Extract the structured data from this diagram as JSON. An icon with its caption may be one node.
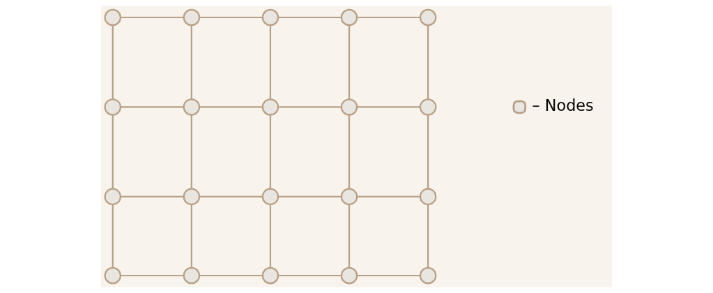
{
  "diagram": {
    "nodes": [
      {
        "text": [],
        "shape": "circle"
      },
      {
        "text": [],
        "shape": "circle"
      },
      {
        "text": [],
        "shape": "circle"
      },
      {
        "text": [],
        "shape": "circle"
      },
      {
        "text": [],
        "shape": "circle"
      },
      {
        "text": [],
        "shape": "circle"
      },
      {
        "text": [],
        "shape": "circle"
      },
      {
        "text": [],
        "shape": "circle"
      },
      {
        "text": [],
        "shape": "circle"
      },
      {
        "text": [],
        "shape": "circle"
      },
      {
        "text": [],
        "shape": "circle"
      },
      {
        "text": [],
        "shape": "circle"
      },
      {
        "text": [],
        "shape": "circle"
      },
      {
        "text": [],
        "shape": "circle"
      },
      {
        "text": [],
        "shape": "circle"
      },
      {
        "text": [],
        "shape": "circle"
      },
      {
        "text": [],
        "shape": "circle"
      },
      {
        "text": [],
        "shape": "circle"
      },
      {
        "text": [],
        "shape": "circle"
      },
      {
        "text": [],
        "shape": "circle"
      }
    ],
    "edges": [
      {
        "from": 0,
        "to": 1,
        "arrow": "none"
      },
      {
        "from": 1,
        "to": 2,
        "arrow": "none"
      },
      {
        "from": 2,
        "to": 3,
        "arrow": "none"
      },
      {
        "from": 3,
        "to": 4,
        "arrow": "none"
      },
      {
        "from": 5,
        "to": 6,
        "arrow": "none"
      },
      {
        "from": 6,
        "to": 7,
        "arrow": "none"
      },
      {
        "from": 7,
        "to": 8,
        "arrow": "none"
      },
      {
        "from": 8,
        "to": 9,
        "arrow": "none"
      },
      {
        "from": 10,
        "to": 11,
        "arrow": "none"
      },
      {
        "from": 11,
        "to": 12,
        "arrow": "none"
      },
      {
        "from": 12,
        "to": 13,
        "arrow": "none"
      },
      {
        "from": 13,
        "to": 14,
        "arrow": "none"
      },
      {
        "from": 15,
        "to": 16,
        "arrow": "none"
      },
      {
        "from": 16,
        "to": 17,
        "arrow": "none"
      },
      {
        "from": 17,
        "to": 18,
        "arrow": "none"
      },
      {
        "from": 18,
        "to": 19,
        "arrow": "none"
      },
      {
        "from": 0,
        "to": 5,
        "arrow": "none"
      },
      {
        "from": 5,
        "to": 10,
        "arrow": "none"
      },
      {
        "from": 10,
        "to": 15,
        "arrow": "none"
      },
      {
        "from": 1,
        "to": 6,
        "arrow": "none"
      },
      {
        "from": 6,
        "to": 11,
        "arrow": "none"
      },
      {
        "from": 11,
        "to": 16,
        "arrow": "none"
      },
      {
        "from": 2,
        "to": 7,
        "arrow": "none"
      },
      {
        "from": 7,
        "to": 12,
        "arrow": "none"
      },
      {
        "from": 12,
        "to": 17,
        "arrow": "none"
      },
      {
        "from": 3,
        "to": 8,
        "arrow": "none"
      },
      {
        "from": 8,
        "to": 13,
        "arrow": "none"
      },
      {
        "from": 13,
        "to": 18,
        "arrow": "none"
      },
      {
        "from": 4,
        "to": 9,
        "arrow": "none"
      },
      {
        "from": 9,
        "to": 14,
        "arrow": "none"
      },
      {
        "from": 14,
        "to": 19,
        "arrow": "none"
      }
    ],
    "legend": [
      {
        "text": "– Nodes"
      }
    ]
  }
}
